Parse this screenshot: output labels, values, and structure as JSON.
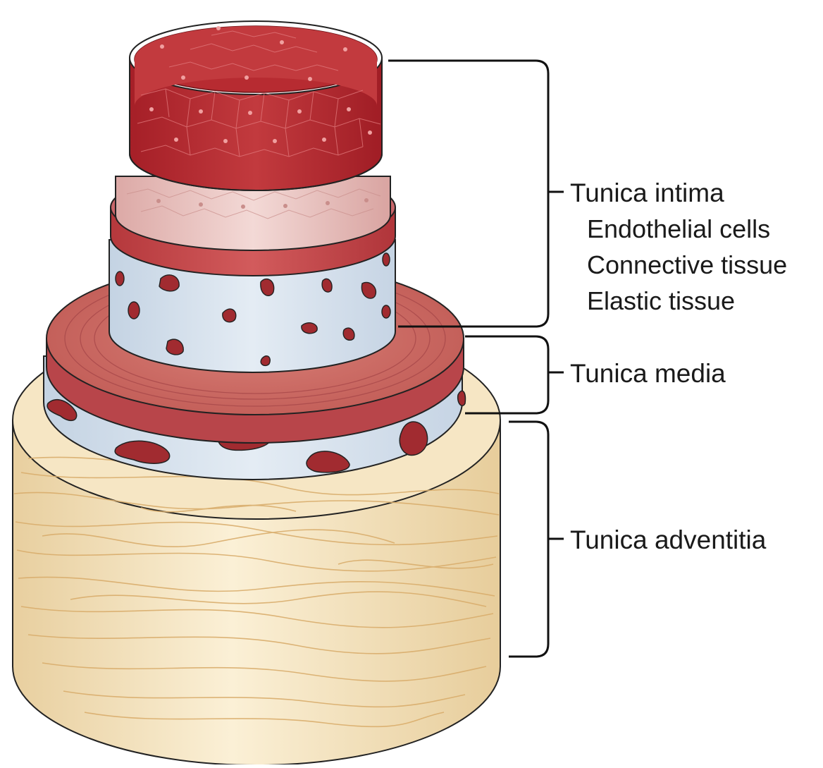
{
  "labels": {
    "intima": "Tunica intima",
    "intima_items": [
      "Endothelial cells",
      "Connective tissue",
      "Elastic tissue"
    ],
    "media": "Tunica media",
    "adventitia": "Tunica adventitia"
  },
  "colors": {
    "endothelium": "#b3242c",
    "endothelium_inner": "#c8333a",
    "pale_endothelium": "#e9c1be",
    "elastic": "#c3484c",
    "connective": "#d6e2ee",
    "nuclei": "#9c2a2e",
    "muscle": "#c96a60",
    "adventitia": "#f3e2bd",
    "fibers": "#ddb574",
    "bracket": "#111111"
  }
}
